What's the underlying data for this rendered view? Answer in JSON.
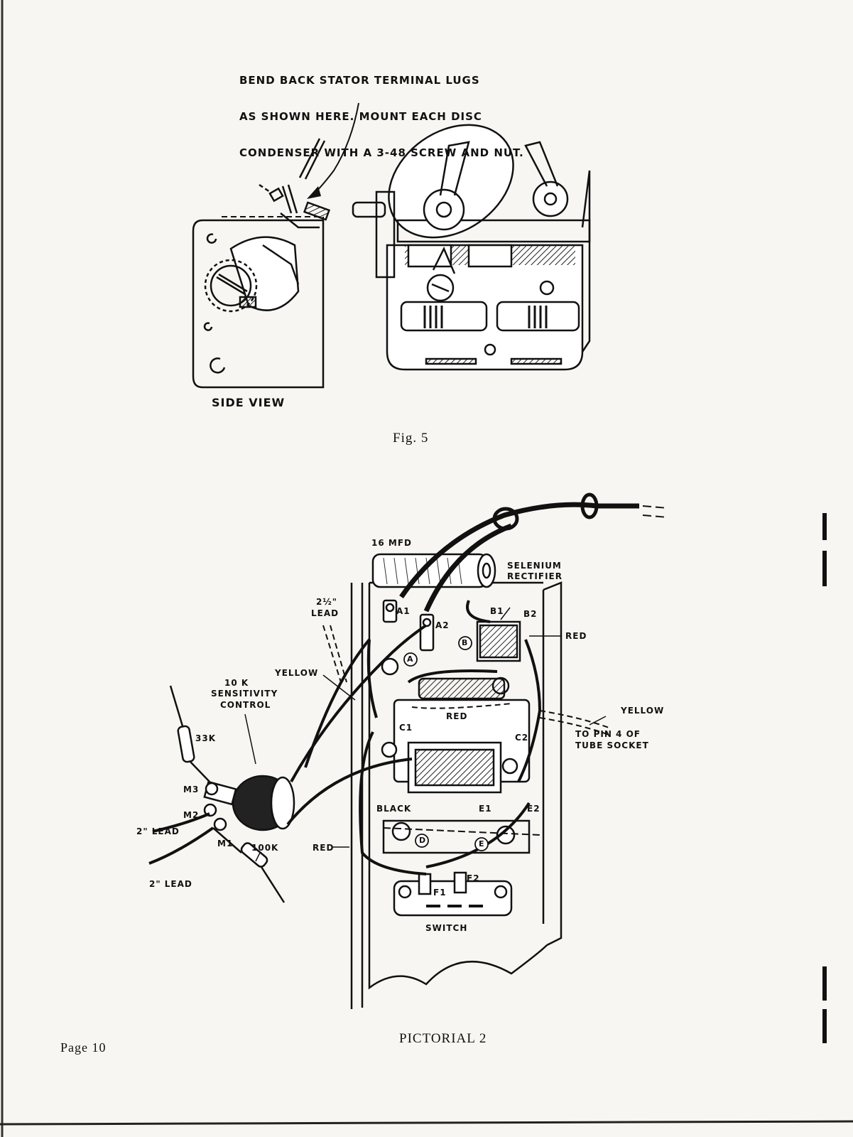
{
  "figure5": {
    "note_lines": [
      "BEND BACK STATOR TERMINAL LUGS",
      "AS SHOWN HERE. MOUNT EACH DISC",
      "CONDENSER WITH A 3-48 SCREW AND NUT."
    ],
    "side_view_label": "SIDE VIEW",
    "caption": "Fig. 5"
  },
  "pictorial2": {
    "caption": "PICTORIAL 2",
    "labels": {
      "cap_16mfd": "16 MFD",
      "selenium_1": "SELENIUM",
      "selenium_2": "RECTIFIER",
      "lead_2half_1": "2½\"",
      "lead_2half_2": "LEAD",
      "a1": "A1",
      "a2": "A2",
      "a": "A",
      "b": "B",
      "b1": "B1",
      "b2": "B2",
      "red_top": "RED",
      "yellow_left": "YELLOW",
      "sens_1": "10 K",
      "sens_2": "SENSITIVITY",
      "sens_3": "CONTROL",
      "r33k": "33K",
      "red_mid": "RED",
      "yellow_right": "YELLOW",
      "pin4_1": "TO PIN 4 OF",
      "pin4_2": "TUBE SOCKET",
      "c1": "C1",
      "c2": "C2",
      "m3": "M3",
      "m2": "M2",
      "m1": "M1",
      "lead2_a": "2\" LEAD",
      "lead2_b": "2\" LEAD",
      "r100k": "100K",
      "black": "BLACK",
      "e1": "E1",
      "e2": "E2",
      "red_low": "RED",
      "d": "D",
      "e": "E",
      "f1": "F1",
      "f2": "F2",
      "switch": "SWITCH"
    }
  },
  "footer": {
    "page": "Page 10"
  }
}
